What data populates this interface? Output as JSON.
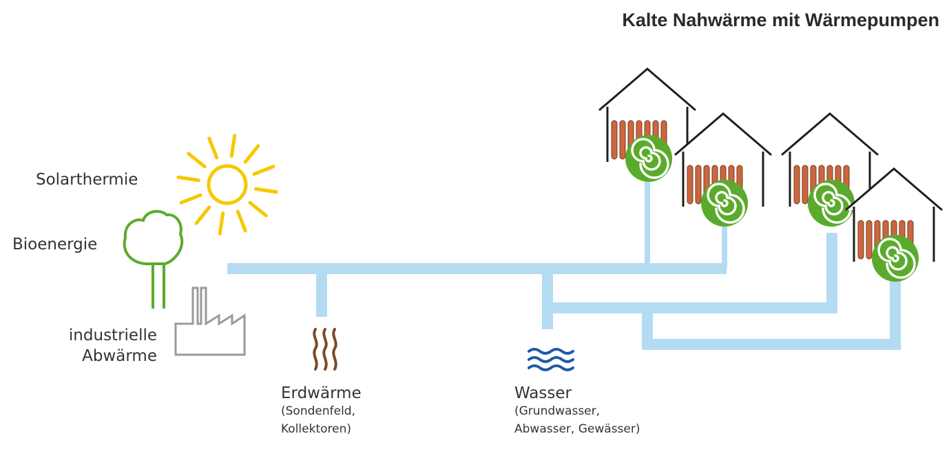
{
  "title": "Kalte Nahwärme mit Wärmepumpen",
  "sources": {
    "solar": "Solarthermie",
    "bio": "Bioenergie",
    "industry_line1": "industrielle",
    "industry_line2": "Abwärme",
    "geo_title": "Erdwärme",
    "geo_sub1": "(Sondenfeld,",
    "geo_sub2": "Kollektoren)",
    "water_title": "Wasser",
    "water_sub1": "(Grundwasser,",
    "water_sub2": "Abwasser, Gewässer)"
  },
  "colors": {
    "pipe": "#b3dcf3",
    "sun": "#f6c800",
    "tree": "#5aab2c",
    "factory": "#9a9a9a",
    "geo": "#7b4b2a",
    "water": "#1f5aa6",
    "radiator": "#c9673f",
    "heat_pump": "#5aab2c",
    "house": "#1f1f1f"
  },
  "icons": [
    "sun-icon",
    "tree-icon",
    "factory-icon",
    "geothermal-icon",
    "water-waves-icon",
    "house-icon",
    "radiator-icon",
    "heat-pump-icon"
  ]
}
